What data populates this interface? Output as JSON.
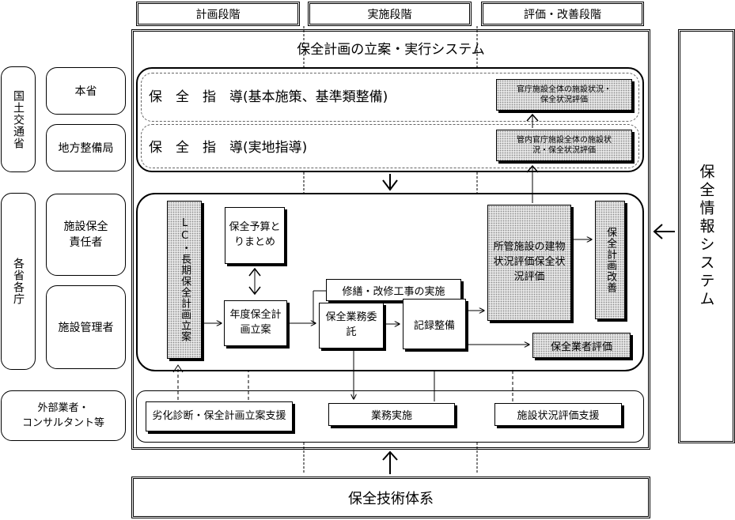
{
  "phases": [
    "計画段階",
    "実施段階",
    "評価・改善段階"
  ],
  "system_title": "保全計画の立案・実行システム",
  "left_orgs": {
    "mlit": "国土交通省",
    "honsho": "本省",
    "regional": "地方整備局",
    "ministries": "各省各庁",
    "facility_manager_resp": "施設保全責任者",
    "facility_manager": "施設管理者",
    "contractors_line1": "外部業者・",
    "contractors_line2": "コンサルタント等"
  },
  "guidance": {
    "basic": "保　全　指　導(基本施策、基準類整備)",
    "field": "保　全　指　導(実地指導)",
    "eval_all": "官庁施設全体の施設状況・保全状況評価",
    "eval_local": "管内官庁施設全体の施設状況・保全状況評価"
  },
  "process": {
    "lc_plan": "LC・長期保全計画立案",
    "budget": "保全予算とりまとめ",
    "annual_plan": "年度保全計画立案",
    "outsourcing": "保全業務委託",
    "repair": "修繕・改修工事の実施",
    "records": "記録整備",
    "facility_eval": "所管施設の建物状況評価保全状況評価",
    "plan_improve": "保全計画改善",
    "contractor_eval": "保全業者評価"
  },
  "support": {
    "diagnosis": "劣化診断・保全計画立案支援",
    "execution": "業務実施",
    "eval_support": "施設状況評価支援"
  },
  "info_system": "保全情報システム",
  "tech_system": "保全技術体系"
}
